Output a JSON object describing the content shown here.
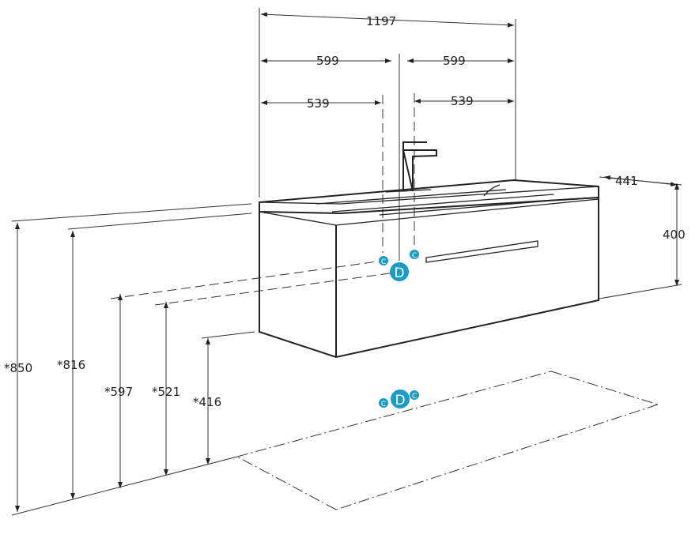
{
  "title": "Vanity unit with basin – dimension drawing",
  "dimensions": {
    "total_width": "1197",
    "half_left": "599",
    "half_right": "599",
    "inner_left": "539",
    "inner_right": "539",
    "depth": "441",
    "height": "400",
    "h_850": "*850",
    "h_816": "*816",
    "h_597": "*597",
    "h_521": "*521",
    "h_416": "*416"
  },
  "markers": {
    "cold_hot": "C",
    "drain": "D"
  },
  "colors": {
    "marker": "#1a9cc4",
    "line": "#222222"
  }
}
